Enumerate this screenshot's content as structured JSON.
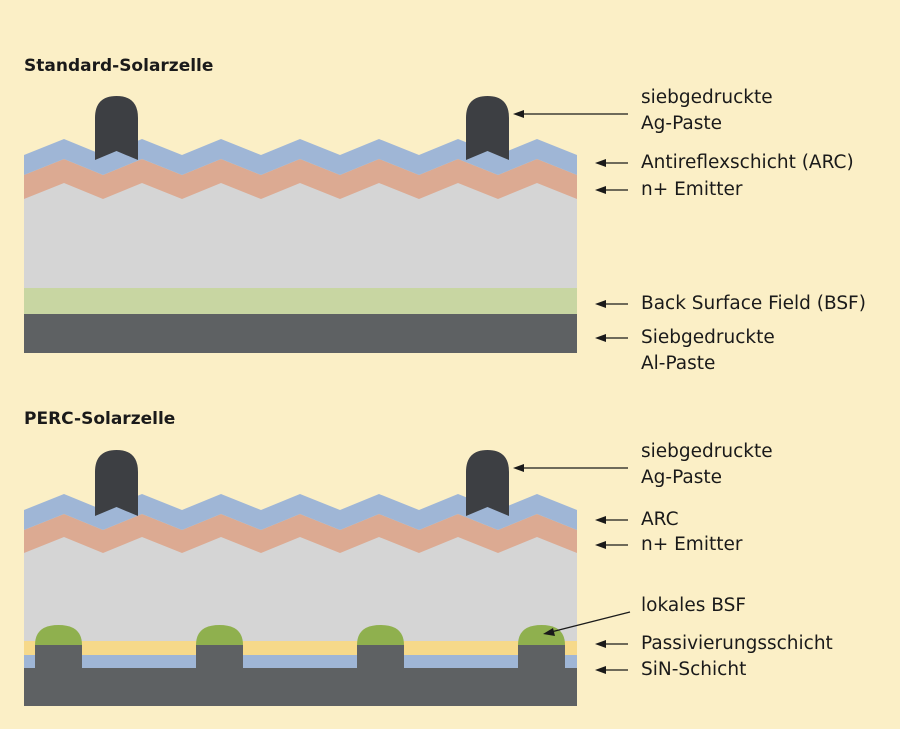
{
  "standard": {
    "title": "Standard-Solarzelle",
    "labels": {
      "ag_paste": [
        "siebgedruckte",
        "Ag-Paste"
      ],
      "arc": "Antireflexschicht (ARC)",
      "emitter": "n+ Emitter",
      "bsf": "Back Surface Field (BSF)",
      "al_paste": [
        "Siebgedruckte",
        "Al-Paste"
      ]
    }
  },
  "perc": {
    "title": "PERC-Solarzelle",
    "labels": {
      "ag_paste": [
        "siebgedruckte",
        "Ag-Paste"
      ],
      "arc": "ARC",
      "emitter": "n+ Emitter",
      "local_bsf": "lokales BSF",
      "passivation": "Passivierungsschicht",
      "sin": "SiN-Schicht"
    }
  },
  "colors": {
    "background": "#fbefc6",
    "silicon": "#d5d5d5",
    "arc": "#9fb6d6",
    "emitter": "#dcaa92",
    "contact": "#3d3f43",
    "bsf": "#c8d6a2",
    "al_paste": "#5e6163",
    "local_bsf": "#8fb04e",
    "passivation": "#f6d98a",
    "sin": "#9fb6d6"
  }
}
